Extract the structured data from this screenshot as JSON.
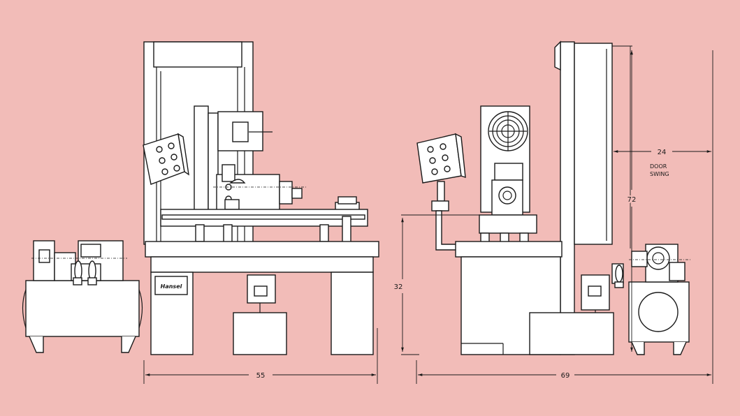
{
  "drawing": {
    "background_color": "#f2bcb8",
    "line_color": "#1a1a1a",
    "front_view": {
      "width_dimension": "55",
      "badge_text": "Hansel"
    },
    "side_view": {
      "width_dimension": "69",
      "table_height_dimension": "32",
      "total_height_dimension": "72",
      "door_swing_dimension": "24",
      "door_swing_label_line1": "DOOR",
      "door_swing_label_line2": "SWING"
    }
  }
}
